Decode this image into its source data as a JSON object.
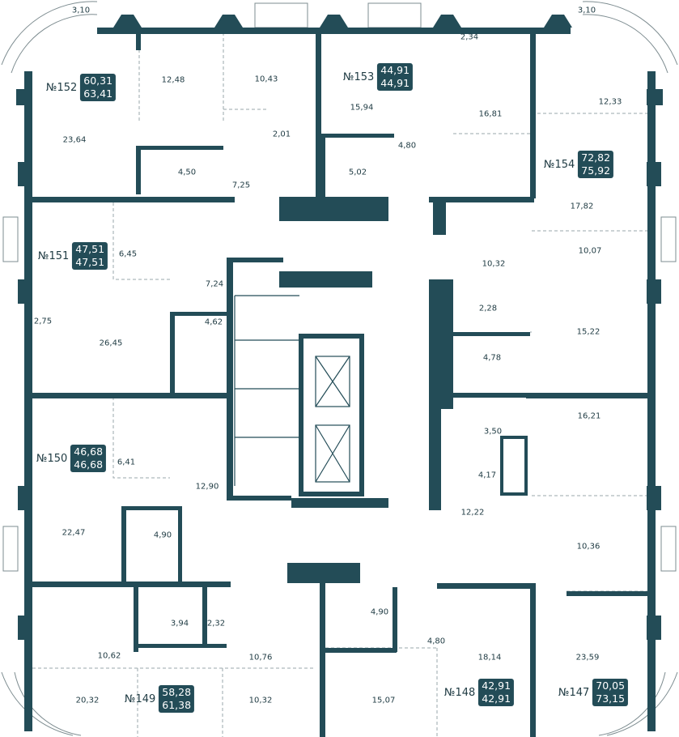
{
  "colors": {
    "wall": "#234c57",
    "text": "#1e3a42",
    "dashed": "#9aa7ab"
  },
  "balconies": [
    "3,10",
    "3,10",
    "2,34",
    "2,75"
  ],
  "apartments": [
    {
      "number": "№152",
      "area": "60,31",
      "area_total": "63,41",
      "rooms": [
        "12,48",
        "10,43",
        "23,64",
        "2,01",
        "4,50",
        "7,25"
      ]
    },
    {
      "number": "№153",
      "area": "44,91",
      "area_total": "44,91",
      "rooms": [
        "15,94",
        "16,81",
        "4,80",
        "5,02"
      ]
    },
    {
      "number": "№154",
      "area": "72,82",
      "area_total": "75,92",
      "rooms": [
        "12,33",
        "17,82",
        "10,07",
        "10,32",
        "15,22",
        "2,28",
        "4,78"
      ]
    },
    {
      "number": "№151",
      "area": "47,51",
      "area_total": "47,51",
      "rooms": [
        "6,45",
        "7,24",
        "4,62",
        "26,45"
      ]
    },
    {
      "number": "№150",
      "area": "46,68",
      "area_total": "46,68",
      "rooms": [
        "6,41",
        "12,90",
        "22,47",
        "4,90"
      ]
    },
    {
      "number": "№149",
      "area": "58,28",
      "area_total": "61,38",
      "rooms": [
        "3,94",
        "2,32",
        "10,62",
        "10,76",
        "20,32",
        "10,32"
      ]
    },
    {
      "number": "№148",
      "area": "42,91",
      "area_total": "42,91",
      "rooms": [
        "4,90",
        "4,80",
        "18,14",
        "15,07"
      ]
    },
    {
      "number": "№147",
      "area": "70,05",
      "area_total": "73,15",
      "rooms": [
        "16,21",
        "3,50",
        "4,17",
        "12,22",
        "10,36",
        "23,59"
      ]
    }
  ]
}
